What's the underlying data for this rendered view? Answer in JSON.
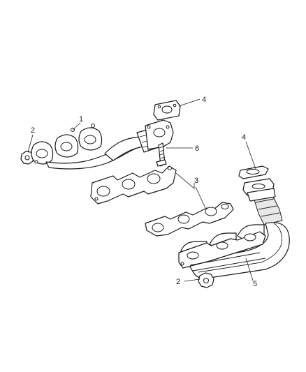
{
  "diagram": {
    "callouts": {
      "c1": "1",
      "c2_top": "2",
      "c2_bottom": "2",
      "c3": "3",
      "c4_top": "4",
      "c4_right": "4",
      "c5": "5",
      "c6": "6"
    }
  }
}
